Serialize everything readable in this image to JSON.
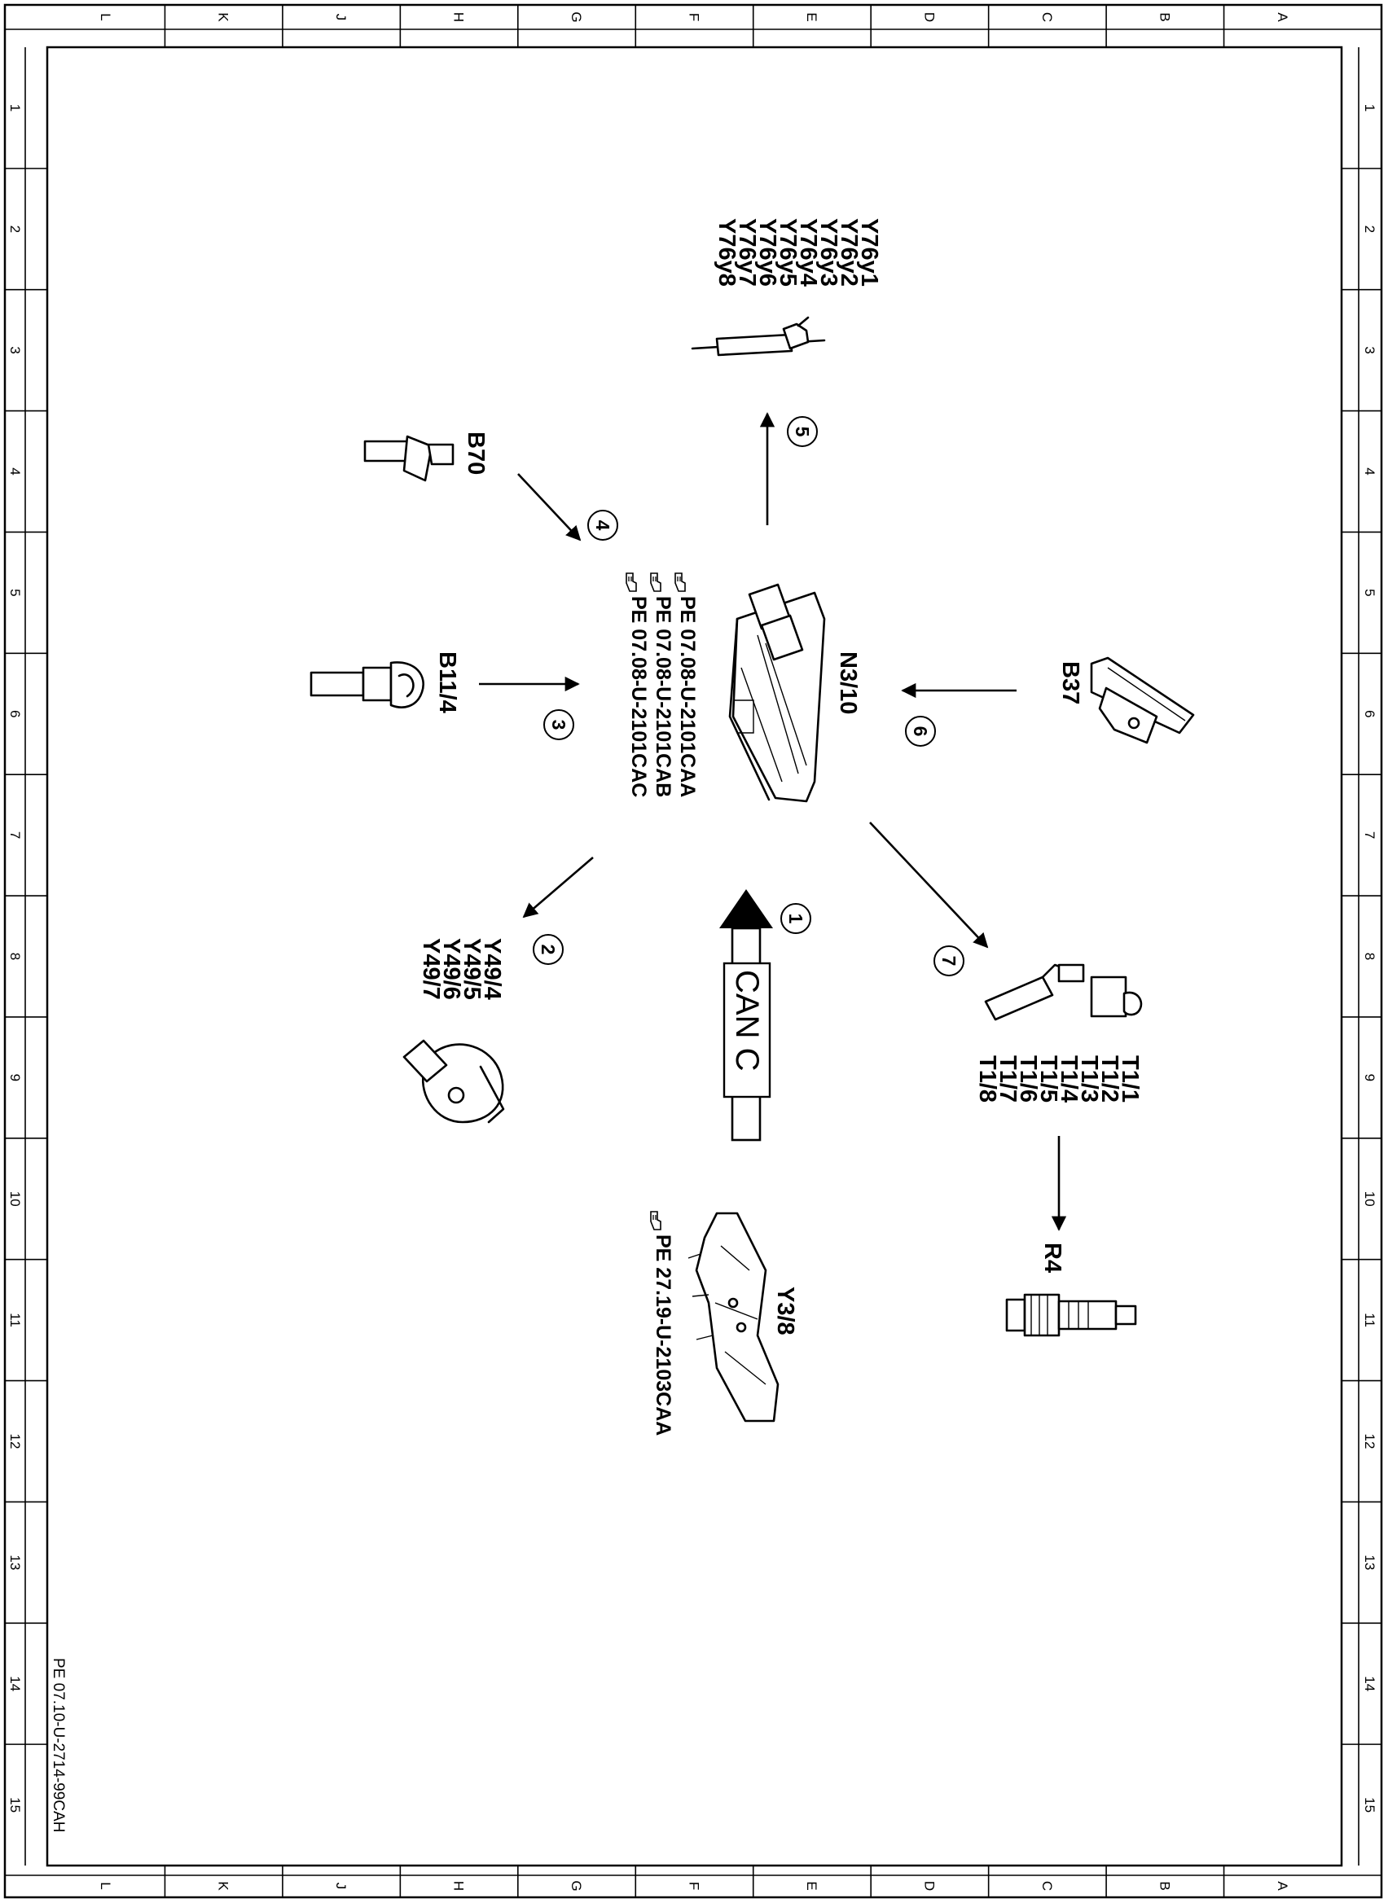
{
  "frame": {
    "columns": [
      "L",
      "K",
      "J",
      "H",
      "G",
      "F",
      "E",
      "D",
      "C",
      "B",
      "A"
    ],
    "rows": [
      "1",
      "2",
      "3",
      "4",
      "5",
      "6",
      "7",
      "8",
      "9",
      "10",
      "11",
      "12",
      "13",
      "14",
      "15"
    ],
    "document_code": "PE 07.10-U-2714-99CAH"
  },
  "control_unit": {
    "label": "N3/10",
    "refs": [
      "PE  07.08-U-2101CAA",
      "PE  07.08-U-2101CAB",
      "PE  07.08-U-2101CAC"
    ]
  },
  "bus": {
    "label": "CAN C",
    "callout": "1"
  },
  "callouts": {
    "c2": "2",
    "c3": "3",
    "c4": "4",
    "c5": "5",
    "c6": "6",
    "c7": "7"
  },
  "components": {
    "y49": {
      "labels": [
        "Y49/4",
        "Y49/5",
        "Y49/6",
        "Y49/7"
      ]
    },
    "b11_4": {
      "label": "B11/4"
    },
    "b70": {
      "label": "B70"
    },
    "y76": {
      "labels": [
        "Y76y1",
        "Y76y2",
        "Y76y3",
        "Y76y4",
        "Y76y5",
        "Y76y6",
        "Y76y7",
        "Y76y8"
      ]
    },
    "b37": {
      "label": "B37"
    },
    "t1": {
      "labels": [
        "T1/1",
        "T1/2",
        "T1/3",
        "T1/4",
        "T1/5",
        "T1/6",
        "T1/7",
        "T1/8"
      ]
    },
    "r4": {
      "label": "R4"
    },
    "y3_8": {
      "label": "Y3/8",
      "ref": "PE  27.19-U-2103CAA"
    }
  },
  "icons": [
    "pointing-hand-icon"
  ]
}
